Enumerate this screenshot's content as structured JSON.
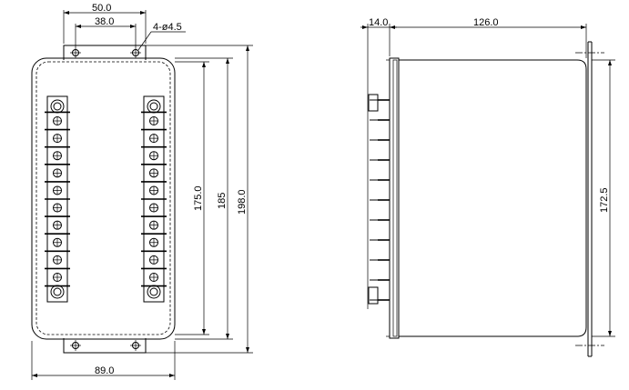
{
  "front_view": {
    "dim_mount_width": "50.0",
    "dim_hole_spacing": "38.0",
    "dim_holes": "4-ø4.5",
    "dim_inner_height": "175.0",
    "dim_panel_height": "185",
    "dim_total_height": "198.0",
    "dim_width": "89.0"
  },
  "side_view": {
    "dim_front_depth": "14.0",
    "dim_body_depth": "126.0",
    "dim_height": "172.5"
  },
  "terminal_blocks": {
    "columns": 2,
    "terminals_per_column": 10,
    "mount_screws_per_column": 2
  },
  "side_view_pins": 11
}
